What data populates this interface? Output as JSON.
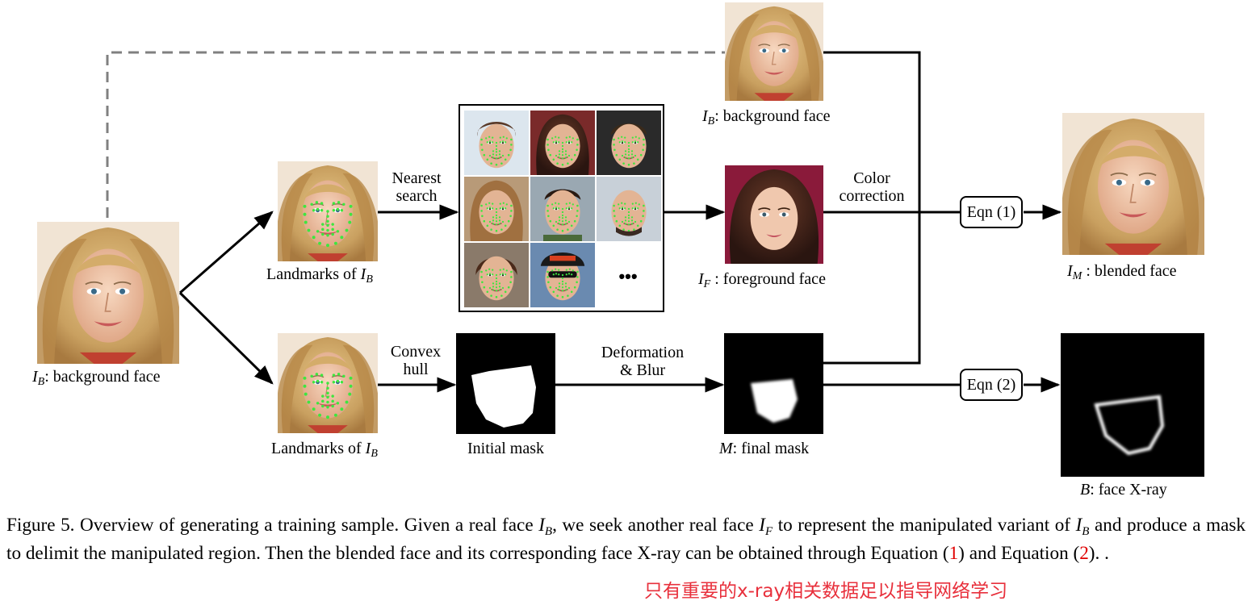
{
  "labels": {
    "background_face_left": "I_B: background face",
    "landmarks_top": "Landmarks of I_B",
    "landmarks_bottom": "Landmarks of I_B",
    "nearest_search_1": "Nearest",
    "nearest_search_2": "search",
    "convex_hull_1": "Convex",
    "convex_hull_2": "hull",
    "initial_mask": "Initial mask",
    "deformation_1": "Deformation",
    "deformation_2": "& Blur",
    "background_face_top": "I_B: background face",
    "foreground_face": "I_F : foreground face",
    "final_mask": "M: final mask",
    "color_correction_1": "Color",
    "color_correction_2": "correction",
    "eqn1": "Eqn (1)",
    "eqn2": "Eqn (2)",
    "blended_face": "I_M : blended face",
    "face_xray": "B: face X-ray",
    "ellipsis": "•••"
  },
  "caption": {
    "figure_label": "Figure 5.",
    "s1": "Overview of generating a training sample. Given a real face",
    "s2": ", we seek another real face",
    "s3": "to represent the manipulated variant of",
    "s4": "and produce a mask to delimit the manipulated region. Then the blended face and its corresponding face X-ray can be obtained through Equation (",
    "ref1": "1",
    "s5": ") and Equation (",
    "ref2": "2",
    "s6": "). ."
  },
  "annotation": "只有重要的x-ray相关数据足以指导网络学习",
  "colors": {
    "landmark": "#3ee63e",
    "dashed_line": "#808080",
    "reference": "#e00000",
    "annotation": "#e8303c"
  }
}
